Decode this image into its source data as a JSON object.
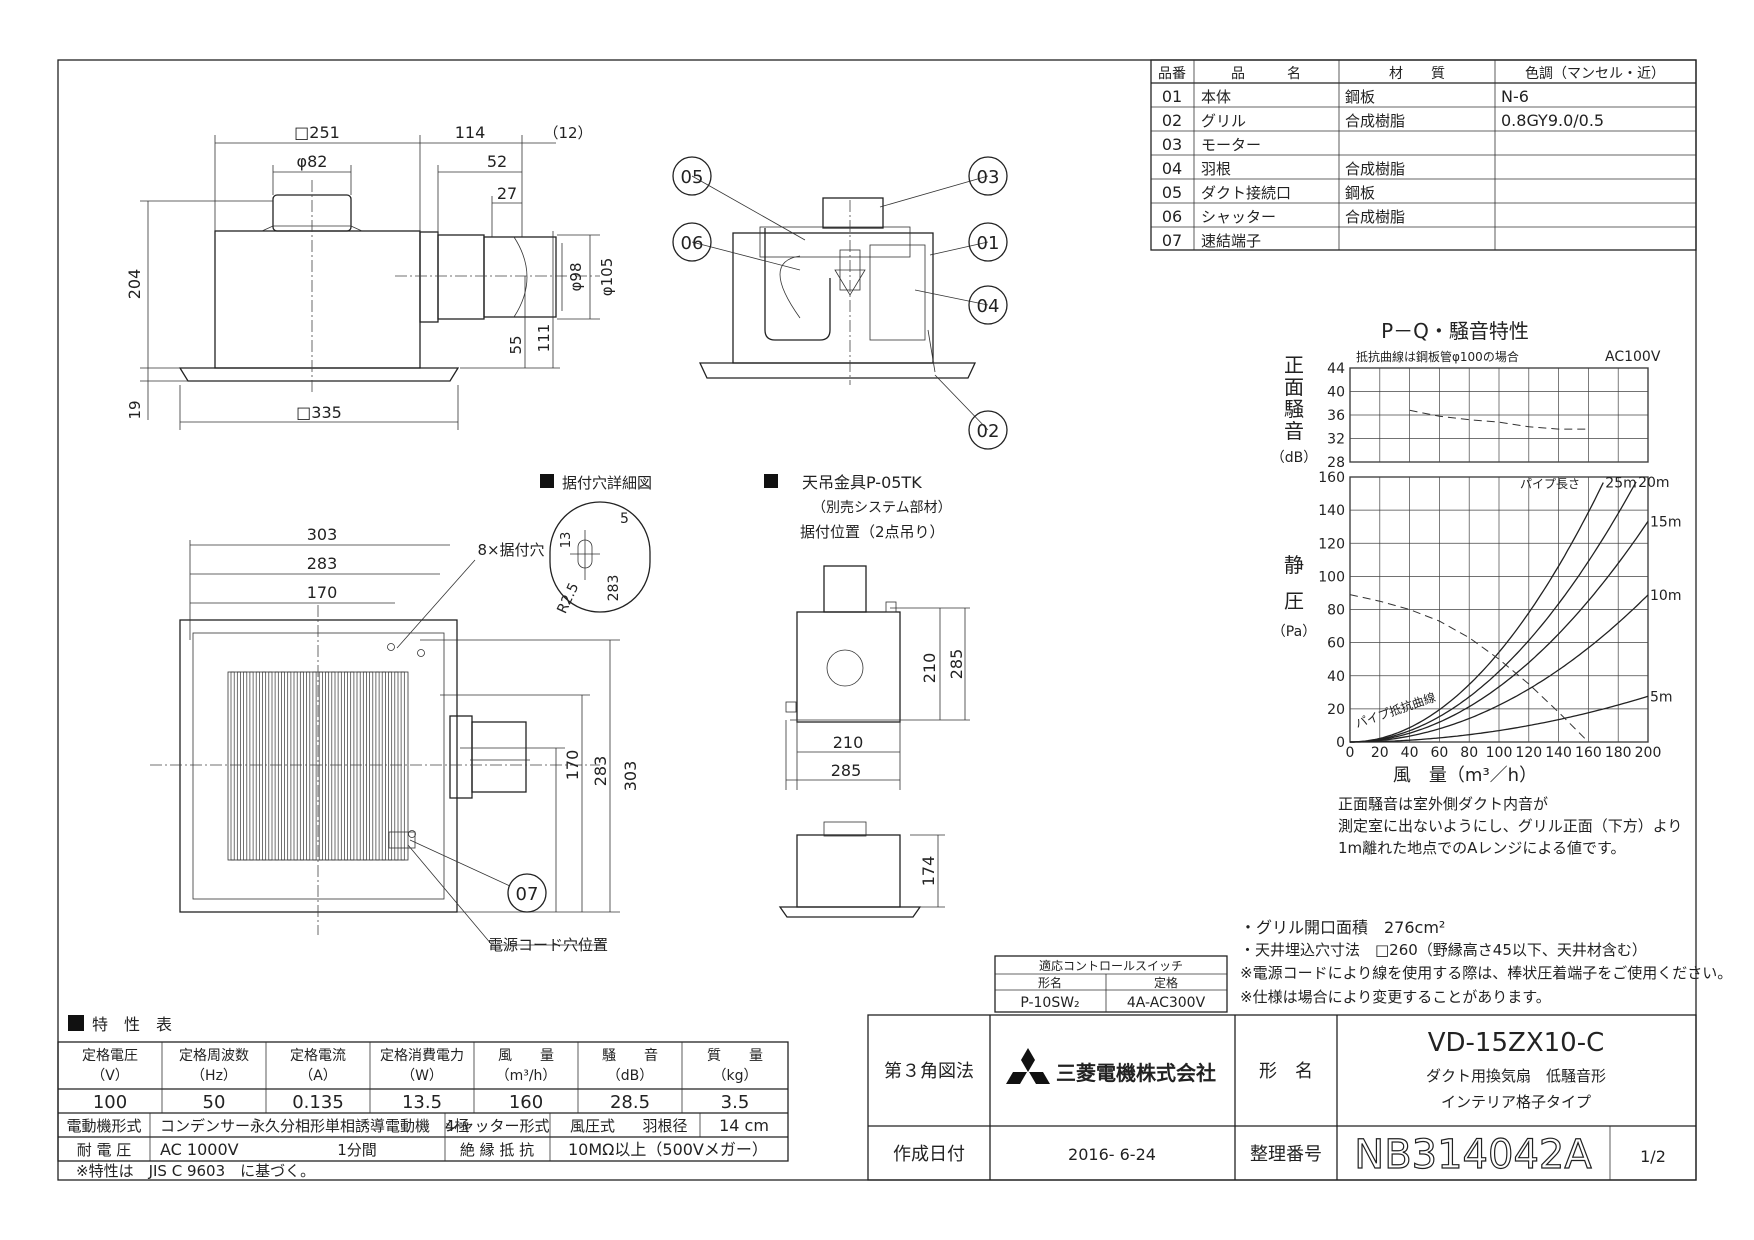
{
  "parts_table": {
    "headers": [
      "品番",
      "品　　　名",
      "材　　質",
      "色調（マンセル・近）"
    ],
    "rows": [
      [
        "01",
        "本体",
        "鋼板",
        "N-6"
      ],
      [
        "02",
        "グリル",
        "合成樹脂",
        "0.8GY9.0/0.5"
      ],
      [
        "03",
        "モーター",
        "",
        ""
      ],
      [
        "04",
        "羽根",
        "合成樹脂",
        ""
      ],
      [
        "05",
        "ダクト接続口",
        "鋼板",
        ""
      ],
      [
        "06",
        "シャッター",
        "合成樹脂",
        ""
      ],
      [
        "07",
        "速結端子",
        "",
        ""
      ]
    ]
  },
  "front_view": {
    "dims": [
      "□251",
      "114",
      "（12）",
      "φ82",
      "52",
      "27",
      "204",
      "φ98",
      "φ105",
      "55",
      "111",
      "19",
      "□335"
    ]
  },
  "section_view": {
    "callouts": [
      "05",
      "03",
      "06",
      "01",
      "04",
      "02"
    ]
  },
  "bottom_view": {
    "dims": [
      "303",
      "283",
      "170",
      "8×据付穴",
      "170",
      "283",
      "303"
    ],
    "callout": "07",
    "cord_label": "電源コード穴位置"
  },
  "hole_detail": {
    "title": "据付穴詳細図",
    "dims": [
      "5",
      "13",
      "R2.5",
      "283"
    ]
  },
  "hanger": {
    "title": "天吊金具P-05TK",
    "sub1": "（別売システム部材）",
    "sub2": "据付位置（2点吊り）",
    "dims": [
      "210",
      "285",
      "210",
      "285",
      "174"
    ]
  },
  "chart_data": {
    "type": "line",
    "title": "P－Q・騒音特性",
    "note_top": "抵抗曲線は鋼板管φ100の場合",
    "voltage": "AC100V",
    "noise_ylabel": [
      "正",
      "面",
      "騒",
      "音",
      "（dB）"
    ],
    "noise_yticks": [
      44,
      40,
      36,
      32,
      28
    ],
    "noise_ylim": [
      28,
      44
    ],
    "noise_series": {
      "name": "",
      "x": [
        40,
        60,
        80,
        100,
        120,
        140,
        160
      ],
      "y": [
        36.8,
        35.8,
        35.2,
        34.8,
        34.0,
        33.6,
        33.6
      ]
    },
    "pressure_ylabel": [
      "静",
      "圧",
      "（Pa）"
    ],
    "pressure_yticks": [
      160,
      140,
      120,
      100,
      80,
      60,
      40,
      20,
      0
    ],
    "pressure_ylim": [
      0,
      160
    ],
    "xticks": [
      0,
      20,
      40,
      60,
      80,
      100,
      120,
      140,
      160,
      180,
      200
    ],
    "xlim": [
      0,
      200
    ],
    "xlabel": "風　量（m³／h）",
    "pq_series": {
      "name": "",
      "x": [
        0,
        20,
        40,
        60,
        80,
        100,
        120,
        140,
        160
      ],
      "y": [
        89,
        85,
        80,
        73,
        63,
        50,
        35,
        18,
        0
      ]
    },
    "pipe_label": "パイプ長さ",
    "pipe_curve_label": "パイプ抵抗曲線",
    "pipe_curves": [
      {
        "name": "5m",
        "k": 0.00069
      },
      {
        "name": "10m",
        "k": 0.00222
      },
      {
        "name": "15m",
        "k": 0.00333
      },
      {
        "name": "20m",
        "k": 0.00426
      },
      {
        "name": "25m",
        "k": 0.00542
      }
    ],
    "notes": [
      "正面騒音は室外側ダクト内音が",
      "測定室に出ないようにし、グリル正面（下方）より",
      "1m離れた地点でのAレンジによる値です。"
    ]
  },
  "spec_notes": [
    "・グリル開口面積　276cm²",
    "・天井埋込穴寸法　□260（野縁高さ45以下、天井材含む）",
    "※電源コードにより線を使用する際は、棒状圧着端子をご使用ください。",
    "※仕様は場合により変更することがあります。"
  ],
  "switch_table": {
    "title": "適応コントロールスイッチ",
    "headers": [
      "形名",
      "定格"
    ],
    "row": [
      "P-10SW₂",
      "4A-AC300V"
    ]
  },
  "spec_table": {
    "title": "特　性　表",
    "headers": [
      [
        "定格電圧",
        "（V）"
      ],
      [
        "定格周波数",
        "（Hz）"
      ],
      [
        "定格電流",
        "（A）"
      ],
      [
        "定格消費電力",
        "（W）"
      ],
      [
        "風　　量",
        "（m³/h）"
      ],
      [
        "騒　　音",
        "（dB）"
      ],
      [
        "質　　量",
        "（kg）"
      ]
    ],
    "values": [
      "100",
      "50",
      "0.135",
      "13.5",
      "160",
      "28.5",
      "3.5"
    ],
    "motor_label": "電動機形式",
    "motor_value": "コンデンサー永久分相形単相誘導電動機　4極",
    "shutter_label": "シャッター形式",
    "shutter_value": "風圧式",
    "blade_label": "羽根径",
    "blade_value": "14 cm",
    "withstand_label": "耐 電 圧",
    "withstand_value": "AC 1000V",
    "withstand_time": "1分間",
    "insulation_label": "絶 縁 抵 抗",
    "insulation_value": "10MΩ以上（500Vメガー）",
    "footnote": "※特性は　JIS C 9603　に基づく。"
  },
  "title_block": {
    "projection": "第３角図法",
    "company": "三菱電機株式会社",
    "model_label": "形　名",
    "model": "VD-15ZX10-C",
    "desc1": "ダクト用換気扇　低騒音形",
    "desc2": "インテリア格子タイプ",
    "date_label": "作成日付",
    "date": "2016- 6-24",
    "docno_label": "整理番号",
    "docno": "NB314042A",
    "page": "1/2"
  }
}
